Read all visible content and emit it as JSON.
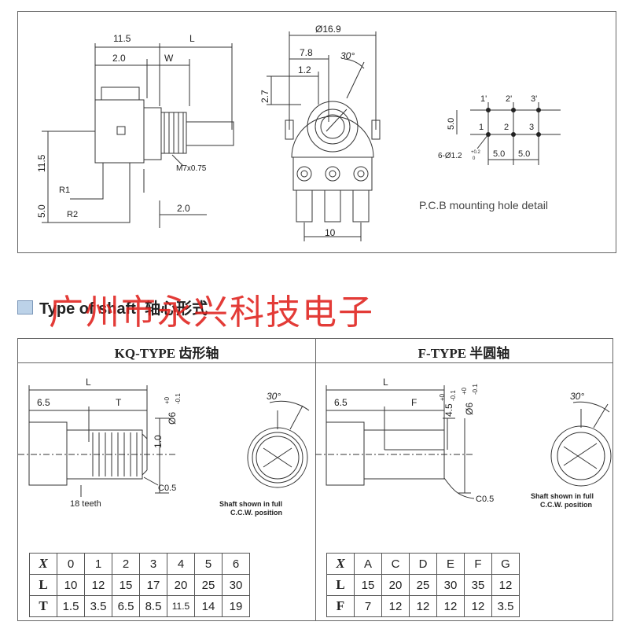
{
  "top_drawing": {
    "side": {
      "dim_11_5": "11.5",
      "dim_L": "L",
      "dim_2_0_top": "2.0",
      "dim_W": "W",
      "dim_11_5_v": "11.5",
      "dim_5_0_v": "5.0",
      "label_R1": "R1",
      "label_R2": "R2",
      "thread": "M7x0.75",
      "dim_2_0_bottom": "2.0"
    },
    "front": {
      "dia": "Ø16.9",
      "dim_7_8": "7.8",
      "angle": "30°",
      "dim_1_2": "1.2",
      "dim_2_7": "2.7",
      "dim_10": "10"
    },
    "pcb": {
      "top_labels": [
        "1'",
        "2'",
        "3'"
      ],
      "bottom_labels": [
        "1",
        "2",
        "3"
      ],
      "dim_5_0_v": "5.0",
      "hole": "6-Ø1.2",
      "hole_tol_upper": "+0.2",
      "hole_tol_lower": "0",
      "dim_5_0_a": "5.0",
      "dim_5_0_b": "5.0",
      "caption": "P.C.B mounting hole detail"
    }
  },
  "section": {
    "title": "Type of shaft  轴心形式",
    "watermark": "广州市永兴科技电子"
  },
  "kq": {
    "header": "KQ-TYPE 齿形轴",
    "dim_L": "L",
    "dim_6_5": "6.5",
    "dim_T": "T",
    "dim_1_0": "1.0",
    "dia": "Ø6",
    "dia_tol_upper": "+0",
    "dia_tol_lower": "-0.1",
    "angle": "30°",
    "chamfer": "C0.5",
    "teeth": "18 teeth",
    "note_line1": "Shaft shown in full",
    "note_line2": "C.C.W. position",
    "table": {
      "x_header": "X",
      "cols": [
        "0",
        "1",
        "2",
        "3",
        "4",
        "5",
        "6"
      ],
      "rows": [
        {
          "label": "L",
          "values": [
            "10",
            "12",
            "15",
            "17",
            "20",
            "25",
            "30"
          ]
        },
        {
          "label": "T",
          "values": [
            "1.5",
            "3.5",
            "6.5",
            "8.5",
            "11.5",
            "14",
            "19"
          ]
        }
      ]
    }
  },
  "f": {
    "header": "F-TYPE 半圆轴",
    "dim_L": "L",
    "dim_6_5": "6.5",
    "dim_F": "F",
    "dim_4_5": "4.5",
    "dim_4_5_tol_upper": "+0",
    "dim_4_5_tol_lower": "-0.1",
    "dia": "Ø6",
    "dia_tol_upper": "+0",
    "dia_tol_lower": "-0.1",
    "angle": "30°",
    "chamfer": "C0.5",
    "note_line1": "Shaft shown in full",
    "note_line2": "C.C.W. position",
    "table": {
      "x_header": "X",
      "cols": [
        "A",
        "C",
        "D",
        "E",
        "F",
        "G"
      ],
      "rows": [
        {
          "label": "L",
          "values": [
            "15",
            "20",
            "25",
            "30",
            "35",
            "12"
          ]
        },
        {
          "label": "F",
          "values": [
            "7",
            "12",
            "12",
            "12",
            "12",
            "3.5"
          ]
        }
      ]
    }
  },
  "colors": {
    "watermark": "#e0201c",
    "title_square": "#bcd2e8",
    "line": "#333333"
  }
}
